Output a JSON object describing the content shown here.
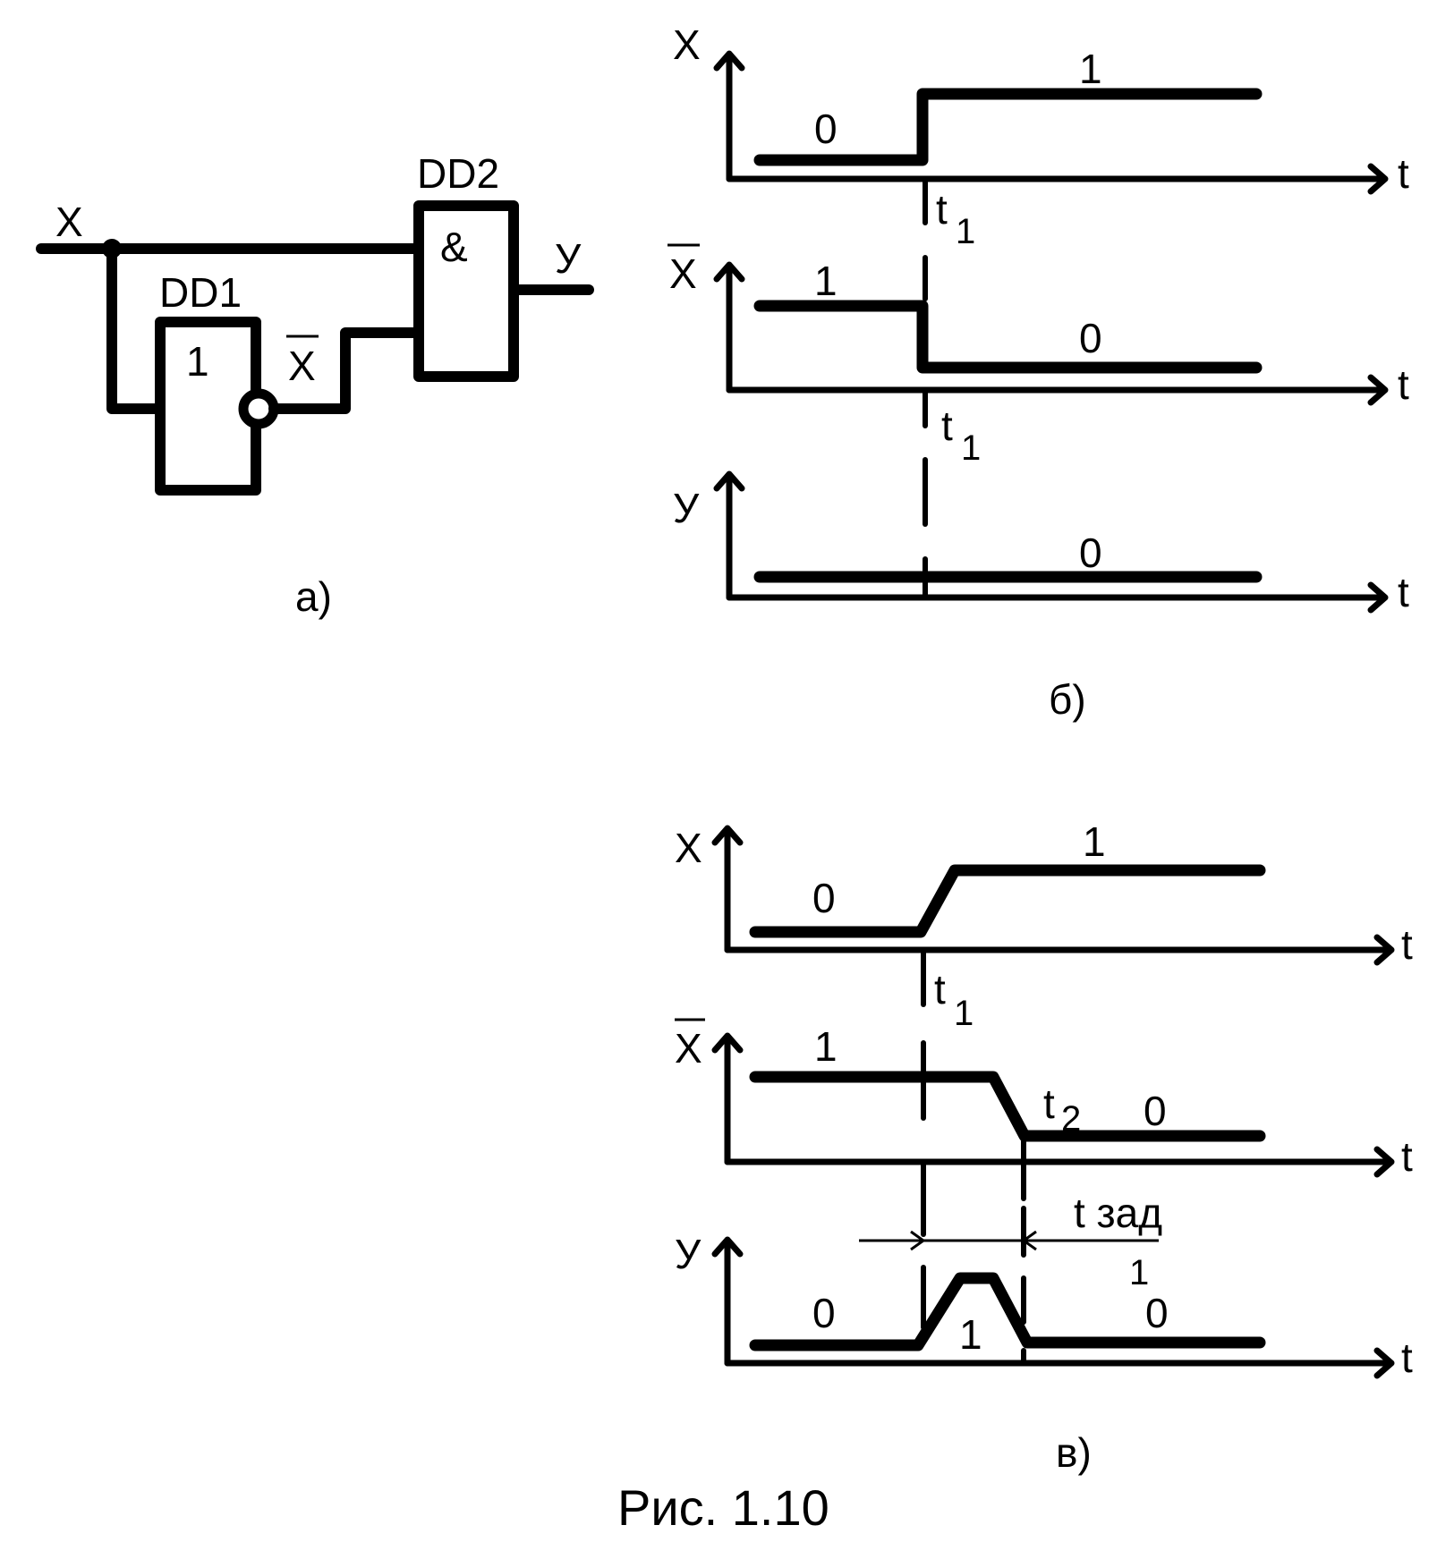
{
  "figure_caption": "Рис. 1.10",
  "circuit": {
    "caption": "а)",
    "input_label": "X",
    "output_label": "У",
    "inverter": {
      "name": "DD1",
      "symbol": "1",
      "output_label": "X"
    },
    "and_gate": {
      "name": "DD2",
      "symbol": "&"
    }
  },
  "ideal_timing": {
    "caption": "б)",
    "time_label": "t",
    "t1_label": "t",
    "t1_sub": "1",
    "plots": [
      {
        "signal": "X",
        "before": "0",
        "after": "1"
      },
      {
        "signal": "X",
        "overline": true,
        "before": "1",
        "after": "0"
      },
      {
        "signal": "У",
        "value": "0"
      }
    ]
  },
  "real_timing": {
    "caption": "в)",
    "time_label": "t",
    "t1_label": "t",
    "t1_sub": "1",
    "t2_label": "t",
    "t2_sub": "2",
    "delay_label": "t зад",
    "plots": [
      {
        "signal": "X",
        "before": "0",
        "after": "1"
      },
      {
        "signal": "X",
        "overline": true,
        "before": "1",
        "after": "0"
      },
      {
        "signal": "У",
        "before": "0",
        "pulse": "1",
        "after_upper": "1",
        "after": "0"
      }
    ]
  }
}
